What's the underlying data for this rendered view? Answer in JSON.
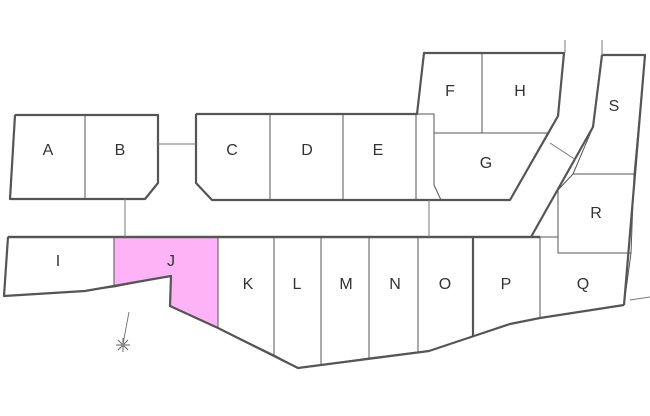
{
  "map": {
    "highlight_color": "#ffb3f7",
    "selected_lot": "J",
    "lots": [
      {
        "id": "A",
        "label": "A"
      },
      {
        "id": "B",
        "label": "B"
      },
      {
        "id": "C",
        "label": "C"
      },
      {
        "id": "D",
        "label": "D"
      },
      {
        "id": "E",
        "label": "E"
      },
      {
        "id": "F",
        "label": "F"
      },
      {
        "id": "G",
        "label": "G"
      },
      {
        "id": "H",
        "label": "H"
      },
      {
        "id": "I",
        "label": "I"
      },
      {
        "id": "J",
        "label": "J"
      },
      {
        "id": "K",
        "label": "K"
      },
      {
        "id": "L",
        "label": "L"
      },
      {
        "id": "M",
        "label": "M"
      },
      {
        "id": "N",
        "label": "N"
      },
      {
        "id": "O",
        "label": "O"
      },
      {
        "id": "P",
        "label": "P"
      },
      {
        "id": "Q",
        "label": "Q"
      },
      {
        "id": "R",
        "label": "R"
      },
      {
        "id": "S",
        "label": "S"
      }
    ],
    "compass_icon": "north-arrow-icon"
  }
}
